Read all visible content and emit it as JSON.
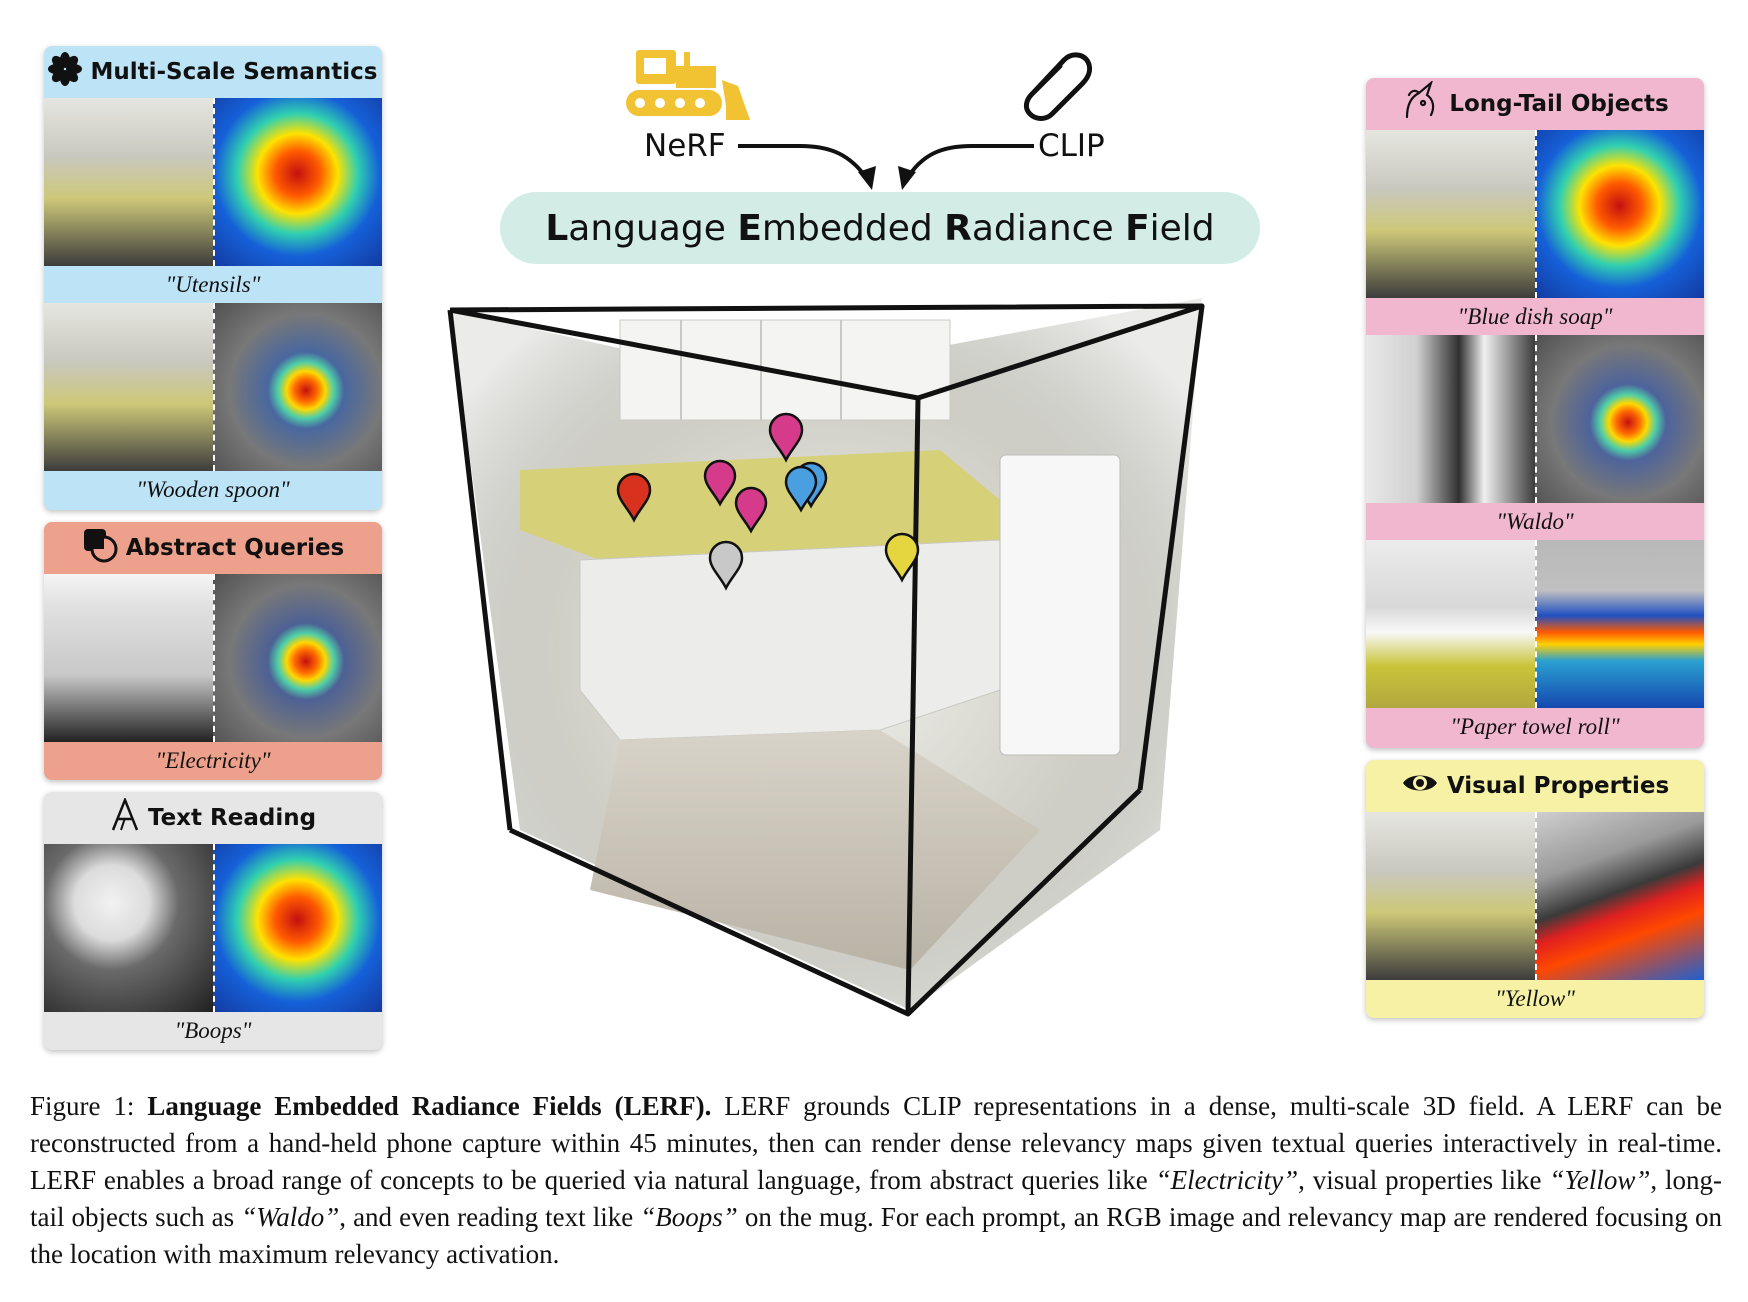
{
  "title": {
    "nerf_label": "NeRF",
    "clip_label": "CLIP",
    "lerf_pill": [
      {
        "text": "L",
        "bold": true
      },
      {
        "text": "anguage ",
        "bold": false
      },
      {
        "text": "E",
        "bold": true
      },
      {
        "text": "mbedded ",
        "bold": false
      },
      {
        "text": "R",
        "bold": true
      },
      {
        "text": "adiance ",
        "bold": false
      },
      {
        "text": "F",
        "bold": true
      },
      {
        "text": "ield",
        "bold": false
      }
    ]
  },
  "panels": {
    "multiscale": {
      "title": "Multi-Scale Semantics",
      "header_color": "#bde3f7",
      "captions": [
        "\"Utensils\"",
        "\"Wooden spoon\""
      ]
    },
    "abstract": {
      "title": "Abstract Queries",
      "header_color": "#eda08c",
      "captions": [
        "\"Electricity\""
      ]
    },
    "textreading": {
      "title": "Text Reading",
      "header_color": "#e6e6e6",
      "captions": [
        "\"Boops\""
      ]
    },
    "longtail": {
      "title": "Long-Tail Objects",
      "header_color": "#f0b7cf",
      "captions": [
        "\"Blue dish soap\"",
        "\"Waldo\"",
        "\"Paper towel roll\""
      ]
    },
    "visual": {
      "title": "Visual Properties",
      "header_color": "#f7f1a6",
      "captions": [
        "\"Yellow\""
      ]
    }
  },
  "pin_colors": {
    "red": "#d8321f",
    "pink": "#d63a8a",
    "blue": "#4a9fe0",
    "gray": "#c8c8c8",
    "yellow": "#e5d640"
  },
  "figure_caption": {
    "label": "Figure 1:",
    "bold_title": "Language Embedded Radiance Fields (LERF).",
    "text1": " LERF grounds CLIP representations in a dense, multi-scale 3D field.  A LERF can be reconstructed from a hand-held phone capture within 45 minutes, then can render dense relevancy maps given textual queries interactively in real-time. LERF enables a broad range of concepts to be queried via natural language, from abstract queries like ",
    "q1": "“Electricity”",
    "text2": ", visual properties like ",
    "q2": "“Yellow”",
    "text3": ", long-tail objects such as ",
    "q3": "“Waldo”",
    "text4": ", and even reading text like ",
    "q4": "“Boops”",
    "text5": " on the mug. For each prompt, an RGB image and relevancy map are rendered focusing on the location with maximum relevancy activation."
  }
}
